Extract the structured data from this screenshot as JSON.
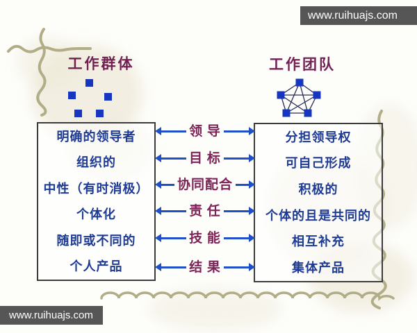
{
  "watermarks": {
    "top_right": "www.ruihuajs.com",
    "bottom_left": "www.ruihuajs.com"
  },
  "group_column": {
    "title": "工作群体",
    "items": [
      "明确的领导者",
      "组织的",
      "中性（有时消极）",
      "个体化",
      "随即或不同的",
      "个人产品"
    ]
  },
  "team_column": {
    "title": "工作团队",
    "items": [
      "分担领导权",
      "可自己形成",
      "积极的",
      "个体的且是共同的",
      "相互补充",
      "集体产品"
    ]
  },
  "connectors": [
    "领 导",
    "目 标",
    "协同配合",
    "责 任",
    "技 能",
    "结 果"
  ],
  "icons": {
    "group_scatter": "five-scattered-squares",
    "team_network": "five-squares-pentagon-network"
  },
  "colors": {
    "title_text": "#722053",
    "box_text": "#1d3a94",
    "connector_label": "#7d2357",
    "arrow": "#2050c8",
    "node_square": "#1636c0",
    "network_line": "#2b2b55",
    "box_border": "#3b3b3b",
    "watermark_bar": "#565656",
    "watermark_text": "#ffffff",
    "decoration_vine": "#b1ad87",
    "background": "#fdfdfa"
  }
}
